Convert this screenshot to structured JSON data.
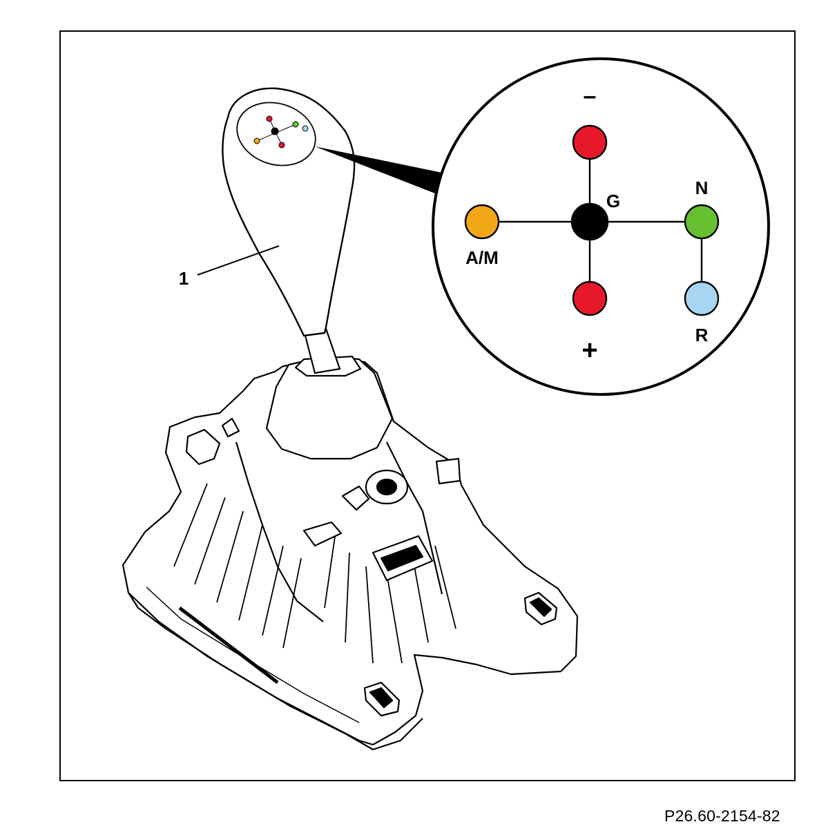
{
  "callouts": {
    "item_1": "1"
  },
  "shift_pattern": {
    "minus": "–",
    "plus": "+",
    "g": "G",
    "n": "N",
    "r": "R",
    "am": "A/M"
  },
  "colors": {
    "minus_dot": "#e8182b",
    "plus_dot": "#e8182b",
    "g_dot": "#000000",
    "n_dot": "#66c02f",
    "r_dot": "#a7d5f2",
    "am_dot": "#f2a716"
  },
  "figure_code": "P26.60-2154-82"
}
